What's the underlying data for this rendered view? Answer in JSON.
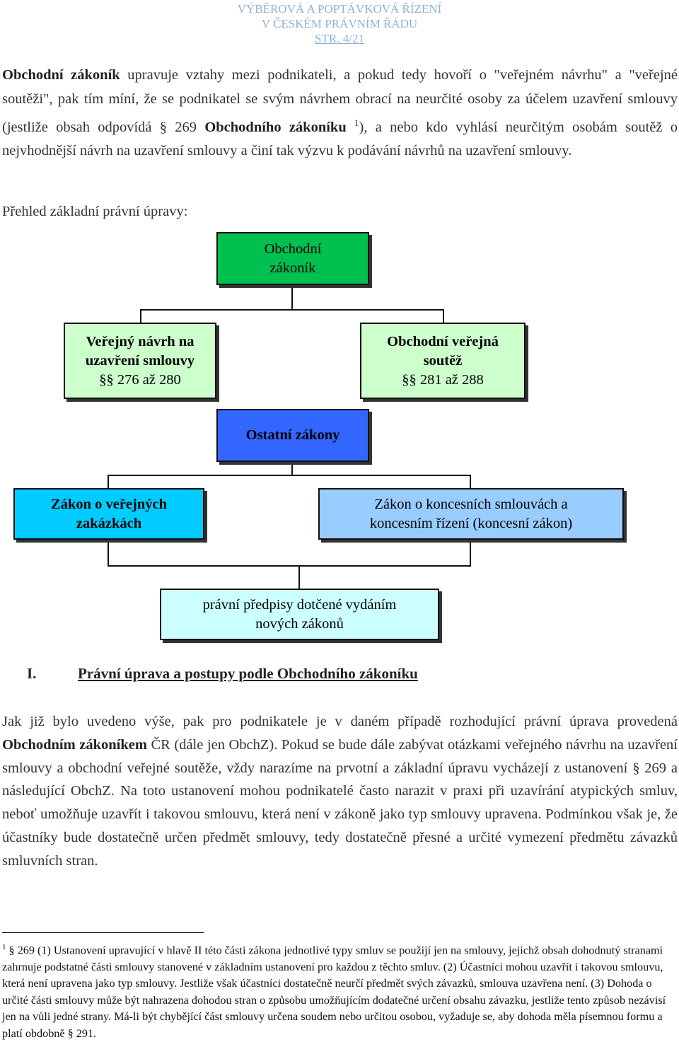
{
  "header": {
    "line1": "VÝBĚROVÁ A POPTÁVKOVÁ ŘÍZENÍ",
    "line2": "V ČESKÉM PRÁVNÍM ŘÁDU",
    "page": "STR. 4/21"
  },
  "intro": {
    "b1": "Obchodní zákoník",
    "t1": " upravuje vztahy mezi podnikateli, a pokud tedy hovoří o \"veřejném návrhu\" a \"veřejné soutěži\", pak tím míní, že se podnikatel se svým návrhem obrací na neurčité osoby za účelem uzavření smlouvy (jestliže obsah odpovídá § 269 ",
    "b2": "Obchodního zákoníku",
    "sup": "1",
    "t2": "), a nebo kdo vyhlásí neurčitým osobám soutěž o nejvhodnější návrh na uzavření smlouvy a činí tak výzvu k podávání návrhů na uzavření smlouvy."
  },
  "overview_label": "Přehled základní právní úpravy:",
  "diagram": {
    "root": [
      "Obchodní",
      "zákoník"
    ],
    "left": [
      "Veřejný návrh na",
      "uzavření smlouvy",
      "§§ 276 až 280"
    ],
    "right": [
      "Obchodní veřejná",
      "soutěž",
      "§§ 281 až 288"
    ],
    "other": "Ostatní zákony",
    "law1": [
      "Zákon o veřejných",
      "zakázkách"
    ],
    "law2": [
      "Zákon o koncesních smlouvách a",
      "koncesním řízení (koncesní zákon)"
    ],
    "bottom": [
      "právní předpisy dotčené vydáním",
      "nových zákonů"
    ]
  },
  "section": {
    "number": "I.",
    "title": "Právní úprava a postupy podle Obchodního zákoníku"
  },
  "body": {
    "t1": "Jak již bylo uvedeno výše, pak pro podnikatele je v daném případě rozhodující právní úprava provedená ",
    "b1": "Obchodním zákoníkem",
    "t2": " ČR (dále jen ObchZ). Pokud se bude dále zabývat otázkami veřejného návrhu na uzavření smlouvy a obchodní veřejné soutěže, vždy narazíme na prvotní a základní úpravu vycházejí z ustanovení § 269 a následující ObchZ. Na toto ustanovení mohou podnikatelé často narazit v praxi při uzavírání atypických smluv, neboť umožňuje uzavřít i takovou smlouvu, která není v zákoně jako typ smlouvy upravena. Podmínkou však je, že účastníky bude dostatečně určen předmět smlouvy, tedy dostatečně přesné a určité vymezení předmětu závazků smluvních stran."
  },
  "footnote": {
    "mark": "1",
    "text": " § 269 (1) Ustanovení upravující v hlavě II této části zákona jednotlivé typy smluv se použijí jen na smlouvy, jejichž obsah dohodnutý stranami zahrnuje podstatné části smlouvy stanovené v základním ustanovení pro každou z těchto smluv. (2) Účastníci mohou uzavřít i takovou smlouvu, která není upravena jako typ smlouvy. Jestliže však účastníci dostatečně neurčí předmět svých závazků, smlouva uzavřena není. (3) Dohoda o určité části smlouvy může být nahrazena dohodou stran o způsobu umožňujícím dodatečné určení obsahu závazku, jestliže tento způsob nezávisí jen na vůli jedné strany. Má-li být chybějící část smlouvy určena soudem nebo určitou osobou, vyžaduje se, aby dohoda měla písemnou formu a platí obdobně § 291."
  },
  "colors": {
    "header": "#8db0d6",
    "root_box": "#00c050",
    "contract_boxes": "#ccffcc",
    "other_laws": "#3366ff",
    "law1": "#00ccff",
    "law2": "#99ccff",
    "bottom_box": "#ccffff"
  }
}
